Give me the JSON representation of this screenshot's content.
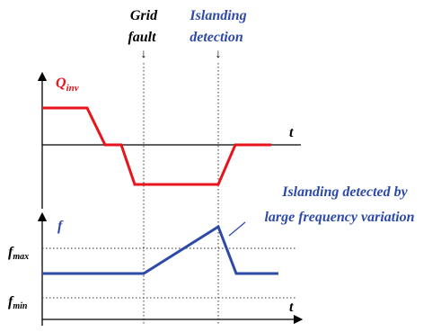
{
  "annotations": {
    "grid_fault": [
      "Grid",
      "fault"
    ],
    "islanding_detection": [
      "Islanding",
      "detection"
    ],
    "islanding_note": [
      "Islanding detected by",
      "large frequency variation"
    ]
  },
  "top_plot": {
    "y_label_main": "Q",
    "y_label_sub": "inv",
    "x_label": "t"
  },
  "bottom_plot": {
    "y_label": "f",
    "x_label": "t",
    "fmax_main": "f",
    "fmax_sub": "max",
    "fmin_main": "f",
    "fmin_sub": "min"
  },
  "colors": {
    "q_curve": "#e8141c",
    "f_curve": "#2e4aa8",
    "annotation_blue": "#2e4aa8",
    "axis": "#000000",
    "dotted": "#333333"
  }
}
